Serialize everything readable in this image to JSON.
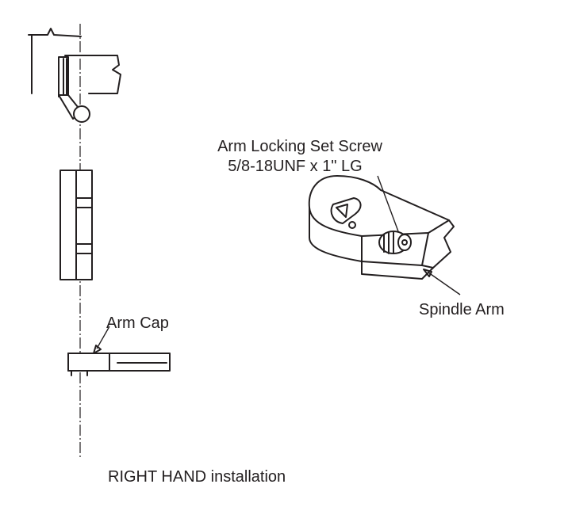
{
  "labels": {
    "set_screw_line1": "Arm Locking Set Screw",
    "set_screw_line2": "5/8-18UNF x 1\" LG",
    "spindle_arm": "Spindle Arm",
    "arm_cap": "Arm Cap",
    "caption": "RIGHT HAND installation"
  },
  "colors": {
    "ink": "#231f20",
    "background": "#ffffff"
  }
}
